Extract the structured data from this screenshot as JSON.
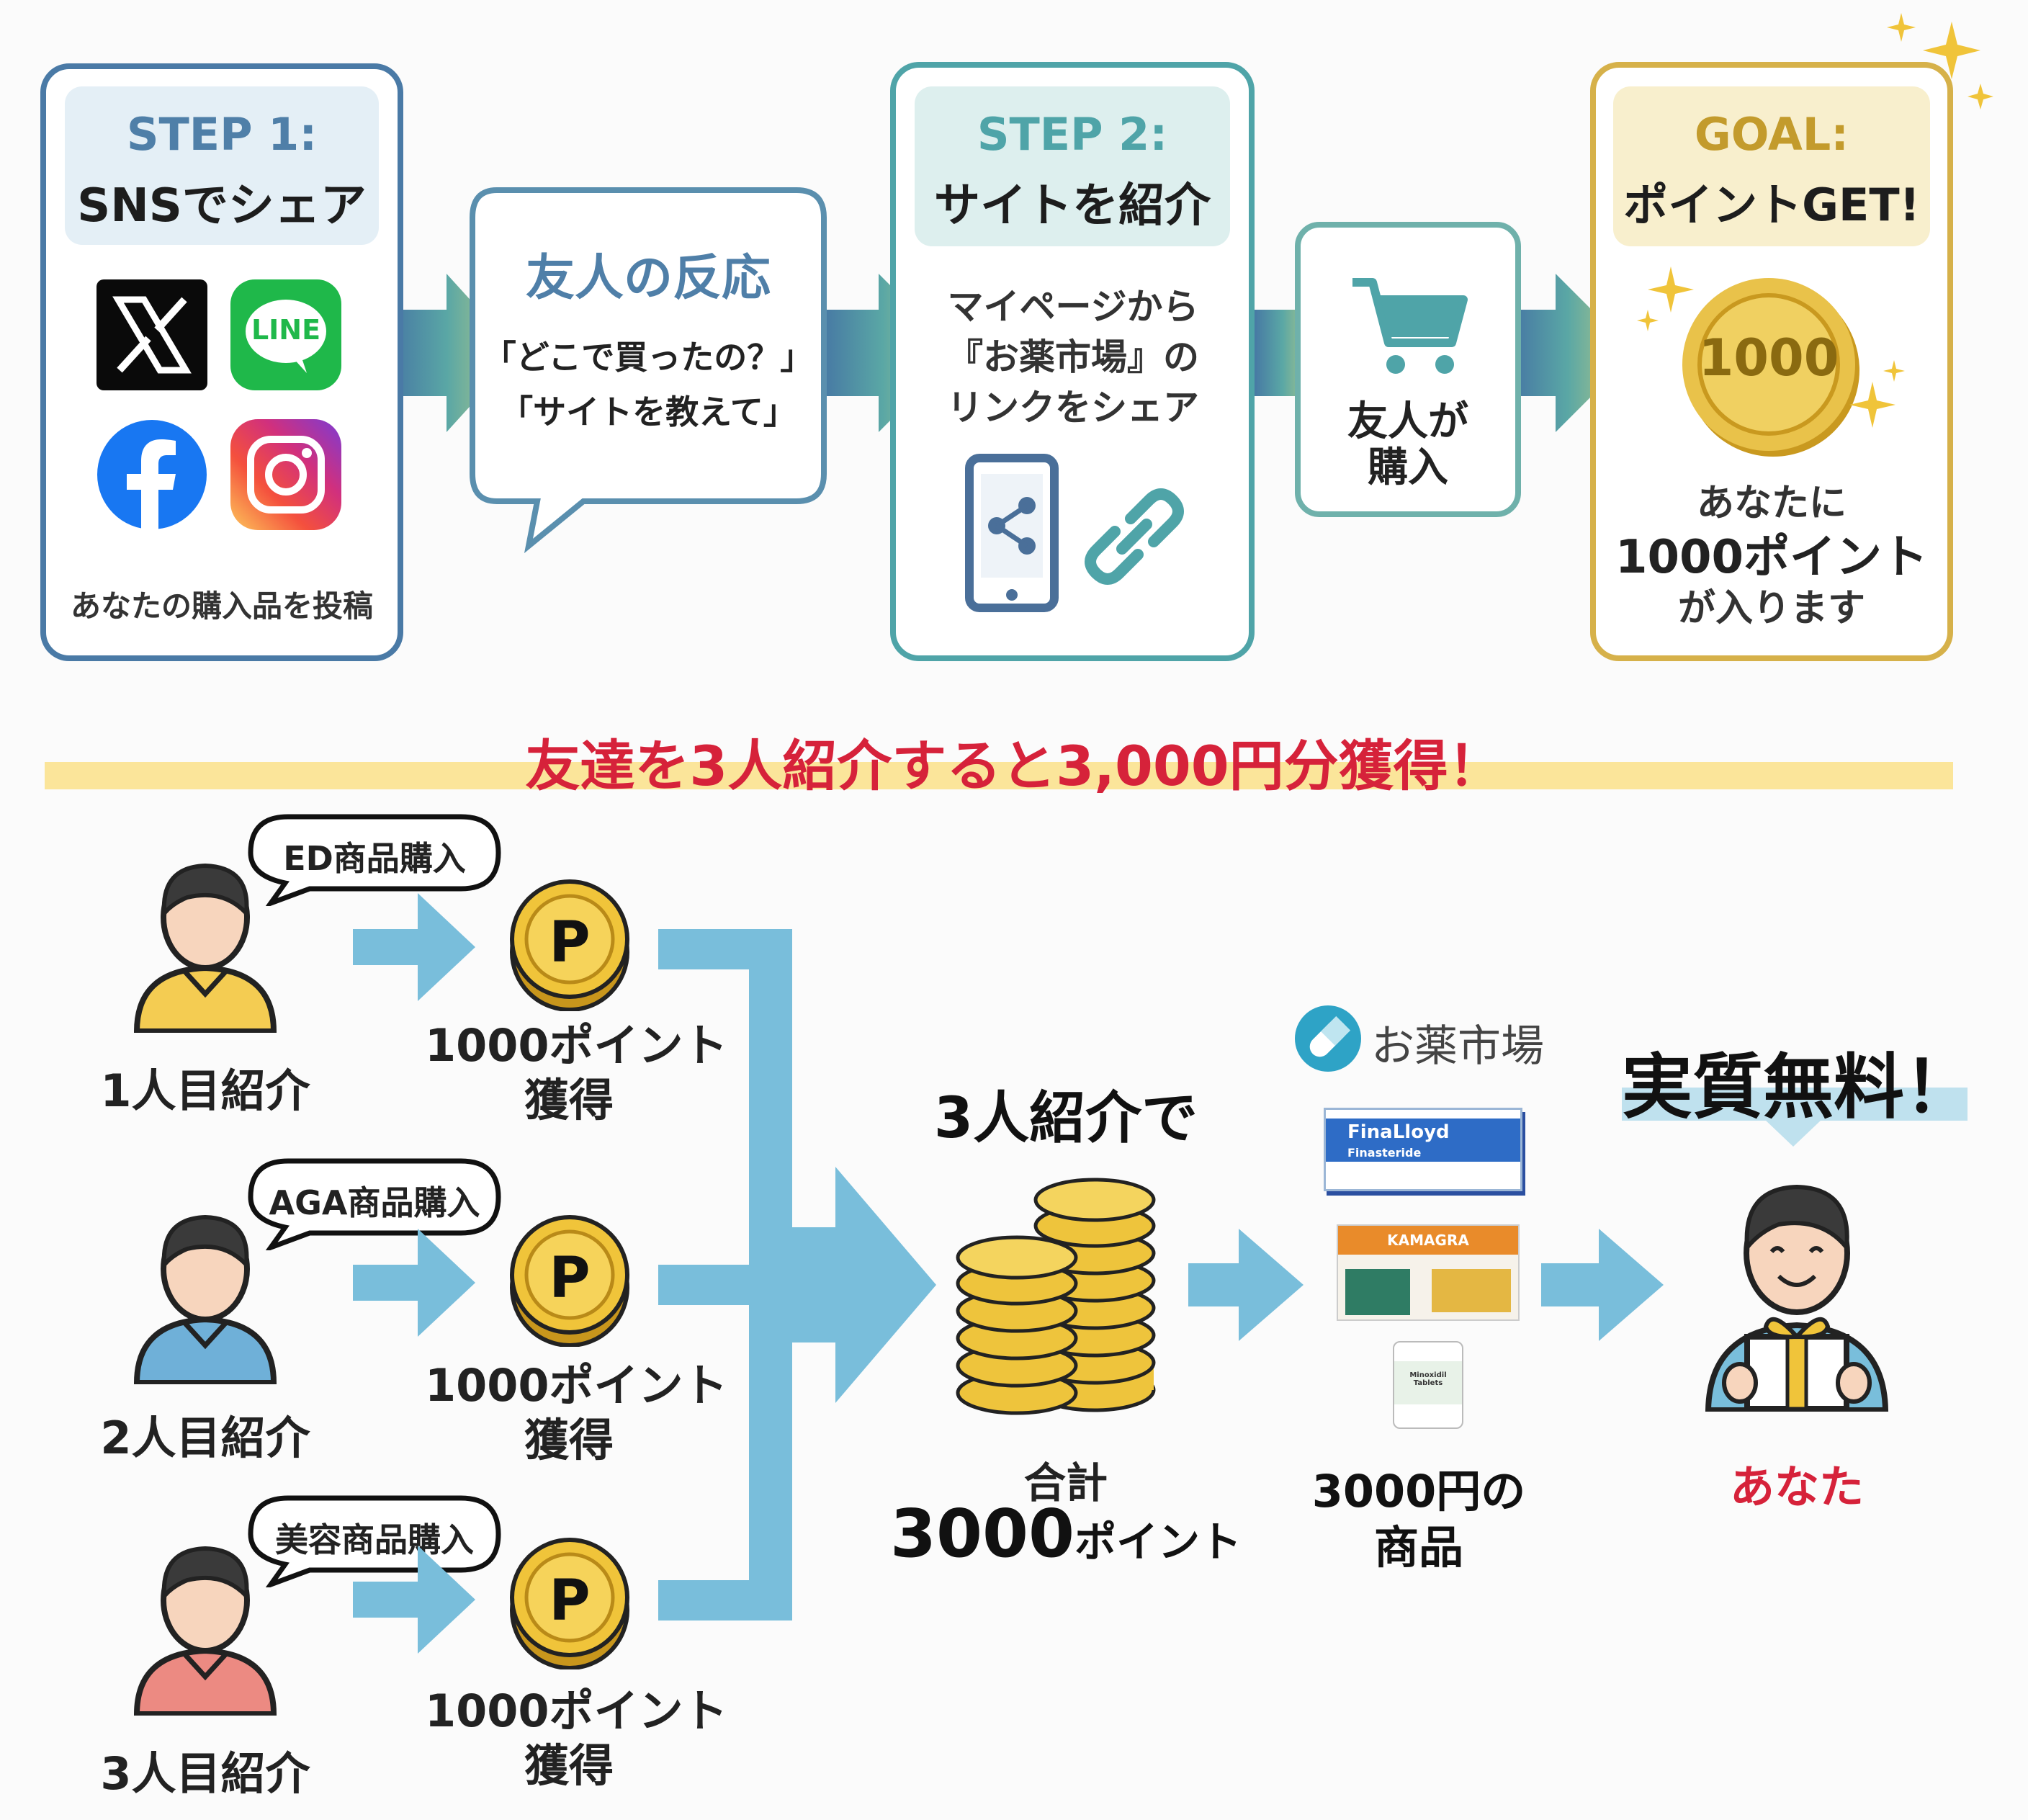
{
  "step1": {
    "title": "STEP 1:",
    "subtitle": "SNSでシェア",
    "caption": "あなたの購入品を投稿",
    "icons": [
      "x-logo",
      "line-logo",
      "facebook-logo",
      "instagram-logo"
    ],
    "line_text": "LINE"
  },
  "reaction": {
    "title": "友人の反応",
    "line1": "「どこで買ったの？」",
    "line2": "「サイトを教えて」"
  },
  "step2": {
    "title": "STEP 2:",
    "subtitle": "サイトを紹介",
    "line1": "マイページから",
    "line2": "『お薬市場』の",
    "line3": "リンクをシェア"
  },
  "purchase": {
    "line1": "友人が",
    "line2": "購入"
  },
  "goal": {
    "title": "GOAL:",
    "subtitle": "ポイントGET!",
    "coin": "1000",
    "line1": "あなたに",
    "line2": "1000ポイント",
    "line3": "が入ります"
  },
  "banner": "友達を3人紹介すると3,000円分獲得！",
  "referrals": [
    {
      "label": "1人目紹介",
      "bubble": "ED商品購入",
      "shirt": "#f4cc52",
      "points_line1": "1000ポイント",
      "points_line2": "獲得"
    },
    {
      "label": "2人目紹介",
      "bubble": "AGA商品購入",
      "shirt": "#6fb0d8",
      "points_line1": "1000ポイント",
      "points_line2": "獲得"
    },
    {
      "label": "3人目紹介",
      "bubble": "美容商品購入",
      "shirt": "#ec8a82",
      "points_line1": "1000ポイント",
      "points_line2": "獲得"
    }
  ],
  "coin_letter": "P",
  "total": {
    "heading": "3人紹介で",
    "label": "合計",
    "amount": "3000",
    "unit": "ポイント"
  },
  "shop": {
    "name": "お薬市場",
    "products_line1": "3000円の",
    "products_line2": "商品",
    "product_names": [
      "FinaLloyd",
      "Finasteride",
      "KAMAGRA",
      "Minoxidil Tablets"
    ]
  },
  "result": {
    "headline": "実質無料！",
    "label": "あなた"
  },
  "colors": {
    "step1": "#4a7aa6",
    "step2": "#4fa4a8",
    "goal": "#d6b14a",
    "flow": "#79bedb",
    "red": "#d6223a"
  }
}
